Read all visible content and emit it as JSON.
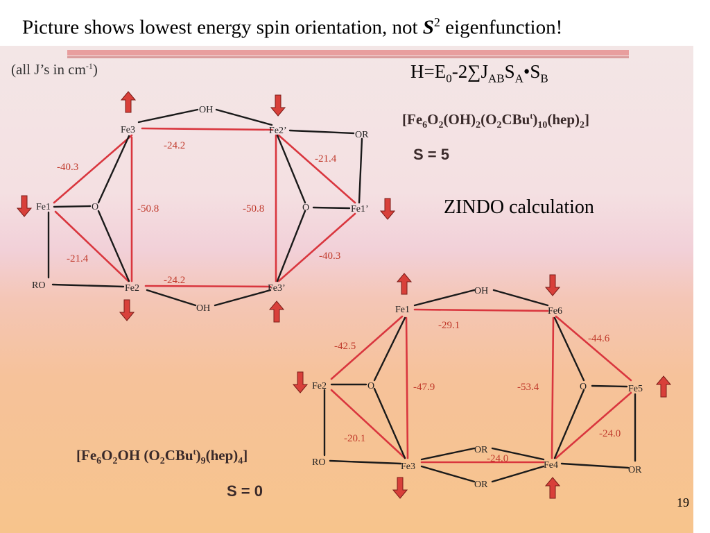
{
  "title": {
    "prefix": "Picture shows lowest energy spin orientation, not ",
    "operator": "S",
    "power": "2",
    "suffix": " eigenfunction!"
  },
  "units_note": {
    "main": "(all J’s in cm",
    "sup": "-1",
    "close": ")"
  },
  "hamiltonian": {
    "p1": "H=E",
    "s1": "0",
    "p2": "-2∑J",
    "s2": "AB",
    "p3": "S",
    "s3": "A",
    "p4": "•S",
    "s4": "B"
  },
  "top_complex": {
    "formula": [
      "[Fe",
      "6",
      "O",
      "2",
      "(OH)",
      "2",
      "(O",
      "2",
      "CBu",
      "t",
      ")",
      "10",
      "(hep)",
      "2",
      "]"
    ],
    "spin": "S = 5"
  },
  "bottom_complex": {
    "formula": [
      "[Fe",
      "6",
      "O",
      "2",
      "OH (O",
      "2",
      "CBu",
      "t",
      ")",
      "9",
      "(hep)",
      "4",
      "]"
    ],
    "spin": "S = 0"
  },
  "method_label": "ZINDO calculation",
  "page_number": "19",
  "diagram1": {
    "atoms": [
      "Fe3",
      "Fe2’",
      "Fe1",
      "O",
      "O",
      "Fe1’",
      "Fe2",
      "Fe3’",
      "OH",
      "OH",
      "OR",
      "RO"
    ],
    "couplings": [
      "-24.2",
      "-40.3",
      "-21.4",
      "-50.8",
      "-50.8",
      "-21.4",
      "-40.3",
      "-24.2"
    ],
    "spins": {
      "Fe3": "up",
      "Fe2’": "down",
      "Fe1": "down",
      "Fe1’": "down",
      "Fe2": "down",
      "Fe3’": "up"
    }
  },
  "diagram2": {
    "atoms": [
      "Fe1",
      "Fe6",
      "Fe2",
      "O",
      "O",
      "Fe5",
      "Fe3",
      "Fe4",
      "OH",
      "OR",
      "OR",
      "RO",
      "OR"
    ],
    "couplings": [
      "-29.1",
      "-42.5",
      "-44.6",
      "-47.9",
      "-53.4",
      "-20.1",
      "-24.0",
      "-24.0"
    ],
    "spins": {
      "Fe1": "up",
      "Fe6": "down",
      "Fe2": "down",
      "Fe5": "up",
      "Fe3": "down",
      "Fe4": "up"
    }
  },
  "colors": {
    "coupling_bond": "#d9363e",
    "bridge_bond": "#1a1a1a",
    "arrow": "#d8403a",
    "coupling_label": "#c0392b"
  }
}
